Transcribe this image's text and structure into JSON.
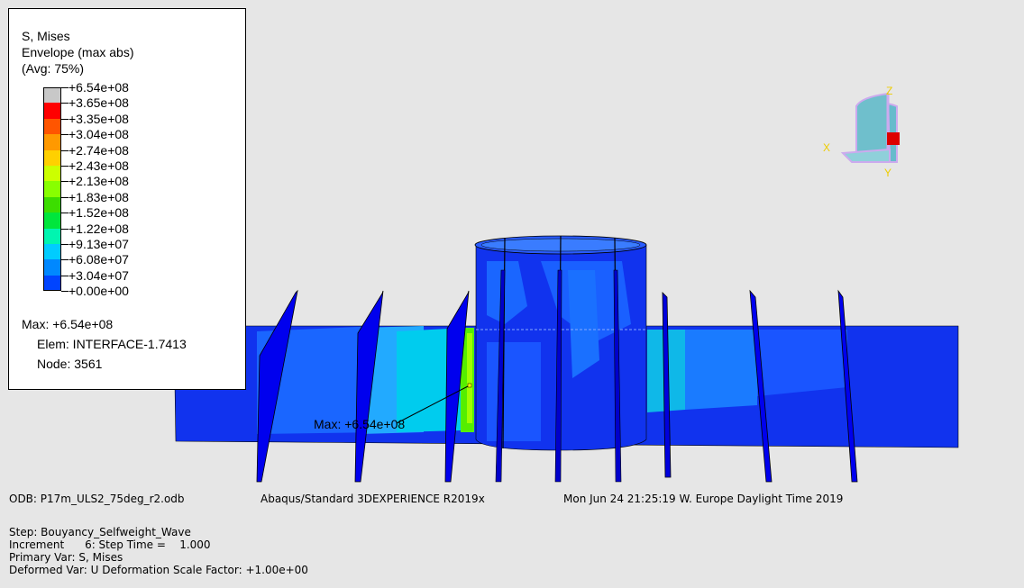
{
  "legend": {
    "title": "S, Mises",
    "subtitle": "Envelope (max abs)",
    "avg": "(Avg: 75%)",
    "levels": [
      {
        "value": "+6.54e+08",
        "color": "#c8c8c8"
      },
      {
        "value": "+3.65e+08",
        "color": "#ff0000"
      },
      {
        "value": "+3.35e+08",
        "color": "#ff5500"
      },
      {
        "value": "+3.04e+08",
        "color": "#ff9900"
      },
      {
        "value": "+2.74e+08",
        "color": "#ffd000"
      },
      {
        "value": "+2.43e+08",
        "color": "#ccff00"
      },
      {
        "value": "+2.13e+08",
        "color": "#88ff00"
      },
      {
        "value": "+1.83e+08",
        "color": "#3cdd00"
      },
      {
        "value": "+1.52e+08",
        "color": "#00e63c"
      },
      {
        "value": "+1.22e+08",
        "color": "#00f5b0"
      },
      {
        "value": "+9.13e+07",
        "color": "#00ccff"
      },
      {
        "value": "+6.08e+07",
        "color": "#0088ff"
      },
      {
        "value": "+3.04e+07",
        "color": "#0044ff"
      },
      {
        "value": "+0.00e+00",
        "color": "#0000ee"
      }
    ],
    "max_line": "Max: +6.54e+08",
    "elem_line": "Elem: INTERFACE-1.7413",
    "node_line": "Node: 3561"
  },
  "model": {
    "max_label": "Max: +6.54e+08"
  },
  "triad": {
    "z": "Z",
    "x": "X",
    "y": "Y"
  },
  "footer": {
    "odb": "ODB: P17m_ULS2_75deg_r2.odb",
    "solver": "Abaqus/Standard 3DEXPERIENCE R2019x",
    "date": "Mon Jun 24 21:25:19 W. Europe Daylight Time 2019",
    "step": "Step: Bouyancy_Selfweight_Wave",
    "increment": "Increment      6: Step Time =    1.000",
    "primary": "Primary Var: S, Mises",
    "deformed": "Deformed Var: U   Deformation Scale Factor: +1.00e+00"
  }
}
